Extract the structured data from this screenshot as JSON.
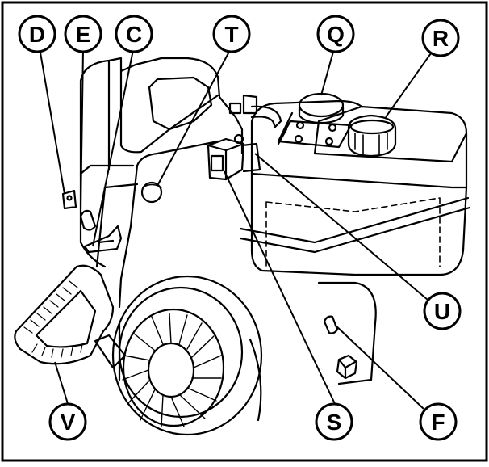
{
  "diagram": {
    "callouts": {
      "d": "D",
      "e": "E",
      "c": "C",
      "t": "T",
      "q": "Q",
      "r": "R",
      "u": "U",
      "f": "F",
      "s": "S",
      "v": "V"
    }
  },
  "colors": {
    "ink": "#000000",
    "paper": "#ffffff"
  }
}
